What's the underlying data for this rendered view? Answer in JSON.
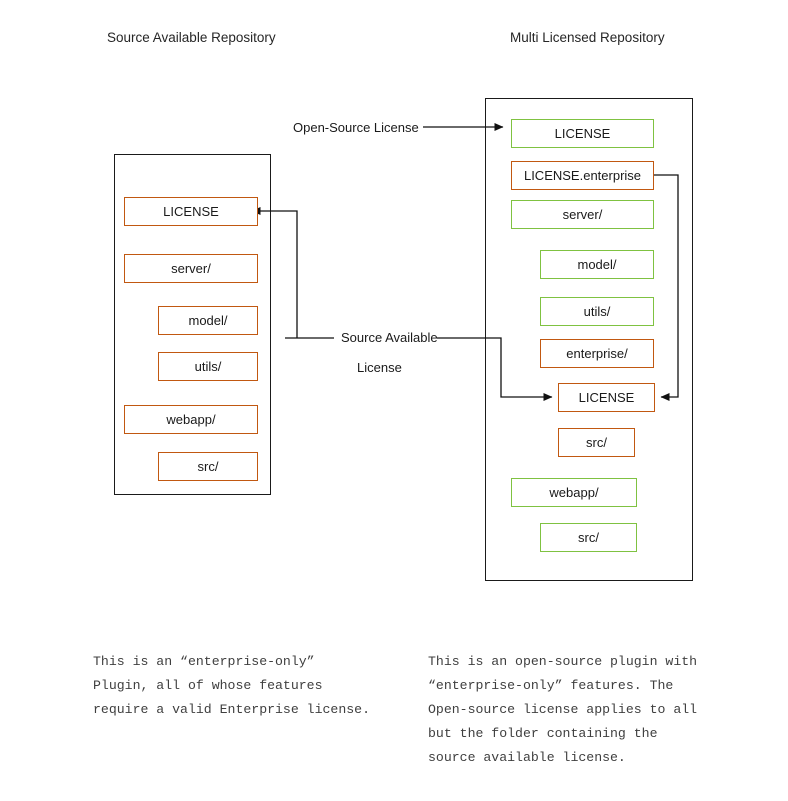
{
  "diagram": {
    "colors": {
      "orange": "#c15811",
      "green": "#7fc241",
      "frame": "#1a1a1a",
      "background": "#ffffff",
      "text": "#1a1a1a",
      "caption_text": "#3f3f3f"
    },
    "titles": {
      "left": "Source Available Repository",
      "right": "Multi Licensed Repository"
    },
    "left_repo": {
      "nodes": [
        {
          "label": "LICENSE",
          "color": "orange",
          "indent": 0
        },
        {
          "label": "server/",
          "color": "orange",
          "indent": 0
        },
        {
          "label": "model/",
          "color": "orange",
          "indent": 1
        },
        {
          "label": "utils/",
          "color": "orange",
          "indent": 1
        },
        {
          "label": "webapp/",
          "color": "orange",
          "indent": 0
        },
        {
          "label": "src/",
          "color": "orange",
          "indent": 1
        }
      ]
    },
    "right_repo": {
      "nodes": [
        {
          "label": "LICENSE",
          "color": "green",
          "indent": 0
        },
        {
          "label": "LICENSE.enterprise",
          "color": "orange",
          "indent": 0
        },
        {
          "label": "server/",
          "color": "green",
          "indent": 0
        },
        {
          "label": "model/",
          "color": "green",
          "indent": 1
        },
        {
          "label": "utils/",
          "color": "green",
          "indent": 1
        },
        {
          "label": "enterprise/",
          "color": "orange",
          "indent": 1
        },
        {
          "label": "LICENSE",
          "color": "orange",
          "indent": 2
        },
        {
          "label": "src/",
          "color": "orange",
          "indent": 2
        },
        {
          "label": "webapp/",
          "color": "green",
          "indent": 0
        },
        {
          "label": "src/",
          "color": "green",
          "indent": 1
        }
      ]
    },
    "edge_labels": {
      "open_source": "Open-Source License",
      "source_available_line1": "Source Available",
      "source_available_line2": "License"
    },
    "captions": {
      "left": "This is an “enterprise-only”\nPlugin, all of whose features\nrequire a valid Enterprise license.",
      "right": "This is an open-source plugin with\n“enterprise-only” features. The\nOpen-source license applies to all\nbut the folder containing the\nsource available license."
    }
  }
}
